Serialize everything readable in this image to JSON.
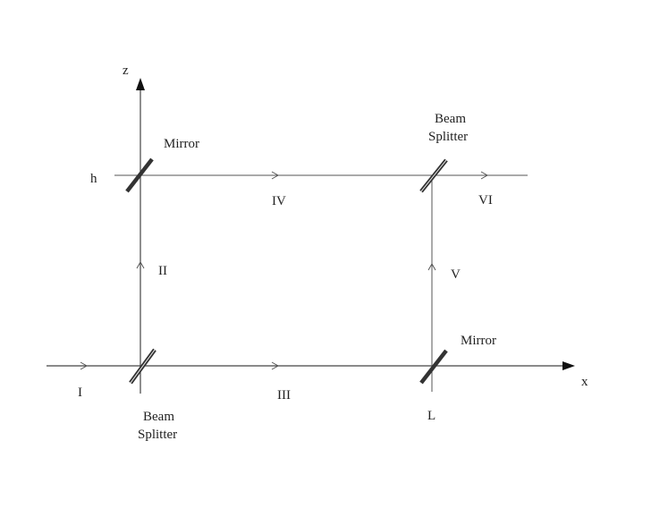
{
  "axes": {
    "x_label": "x",
    "z_label": "z",
    "h_label": "h",
    "L_label": "L"
  },
  "components": {
    "beam_splitter_bottom": [
      "Beam",
      "Splitter"
    ],
    "mirror_top_left": "Mirror",
    "beam_splitter_top_right": [
      "Beam",
      "Splitter"
    ],
    "mirror_bottom_right": "Mirror"
  },
  "beams": {
    "I": "I",
    "II": "II",
    "III": "III",
    "IV": "IV",
    "V": "V",
    "VI": "VI"
  },
  "colors": {
    "line": "#555555",
    "mirror": "#333333",
    "text": "#222222"
  }
}
